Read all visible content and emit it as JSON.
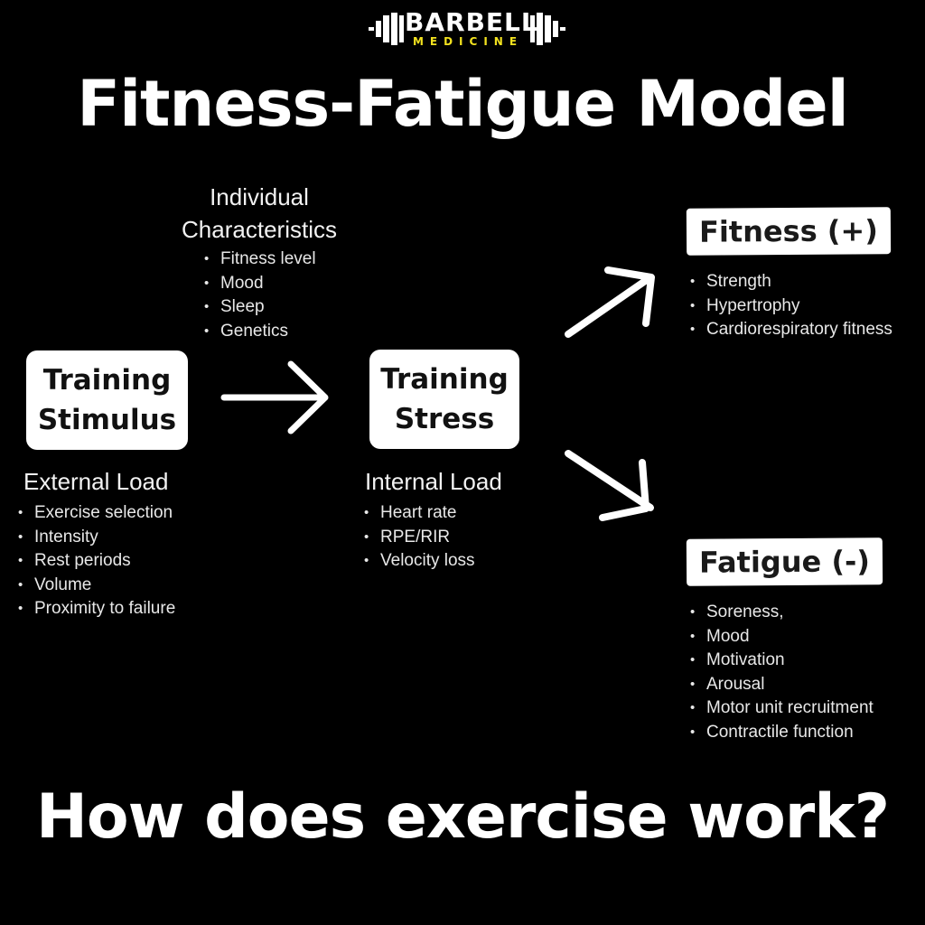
{
  "brand": {
    "name": "BARBELL",
    "sub": "MEDICINE",
    "accent_color": "#f2e21f"
  },
  "title": "Fitness-Fatigue Model",
  "individual": {
    "heading_line1": "Individual",
    "heading_line2": "Characteristics",
    "items": [
      "Fitness level",
      "Mood",
      "Sleep",
      "Genetics"
    ]
  },
  "stimulus": {
    "box_line1": "Training",
    "box_line2": "Stimulus",
    "heading": "External Load",
    "items": [
      "Exercise selection",
      "Intensity",
      "Rest periods",
      "Volume",
      "Proximity to failure"
    ]
  },
  "stress": {
    "box_line1": "Training",
    "box_line2": "Stress",
    "heading": "Internal Load",
    "items": [
      "Heart rate",
      "RPE/RIR",
      "Velocity loss"
    ]
  },
  "fitness": {
    "label": "Fitness (+)",
    "items": [
      "Strength",
      "Hypertrophy",
      "Cardiorespiratory fitness"
    ]
  },
  "fatigue": {
    "label": "Fatigue (-)",
    "items": [
      "Soreness,",
      "Mood",
      "Motivation",
      "Arousal",
      "Motor unit recruitment",
      "Contractile function"
    ]
  },
  "footer": "How does exercise work?",
  "colors": {
    "background": "#000000",
    "foreground": "#ffffff",
    "box_text": "#111111"
  }
}
